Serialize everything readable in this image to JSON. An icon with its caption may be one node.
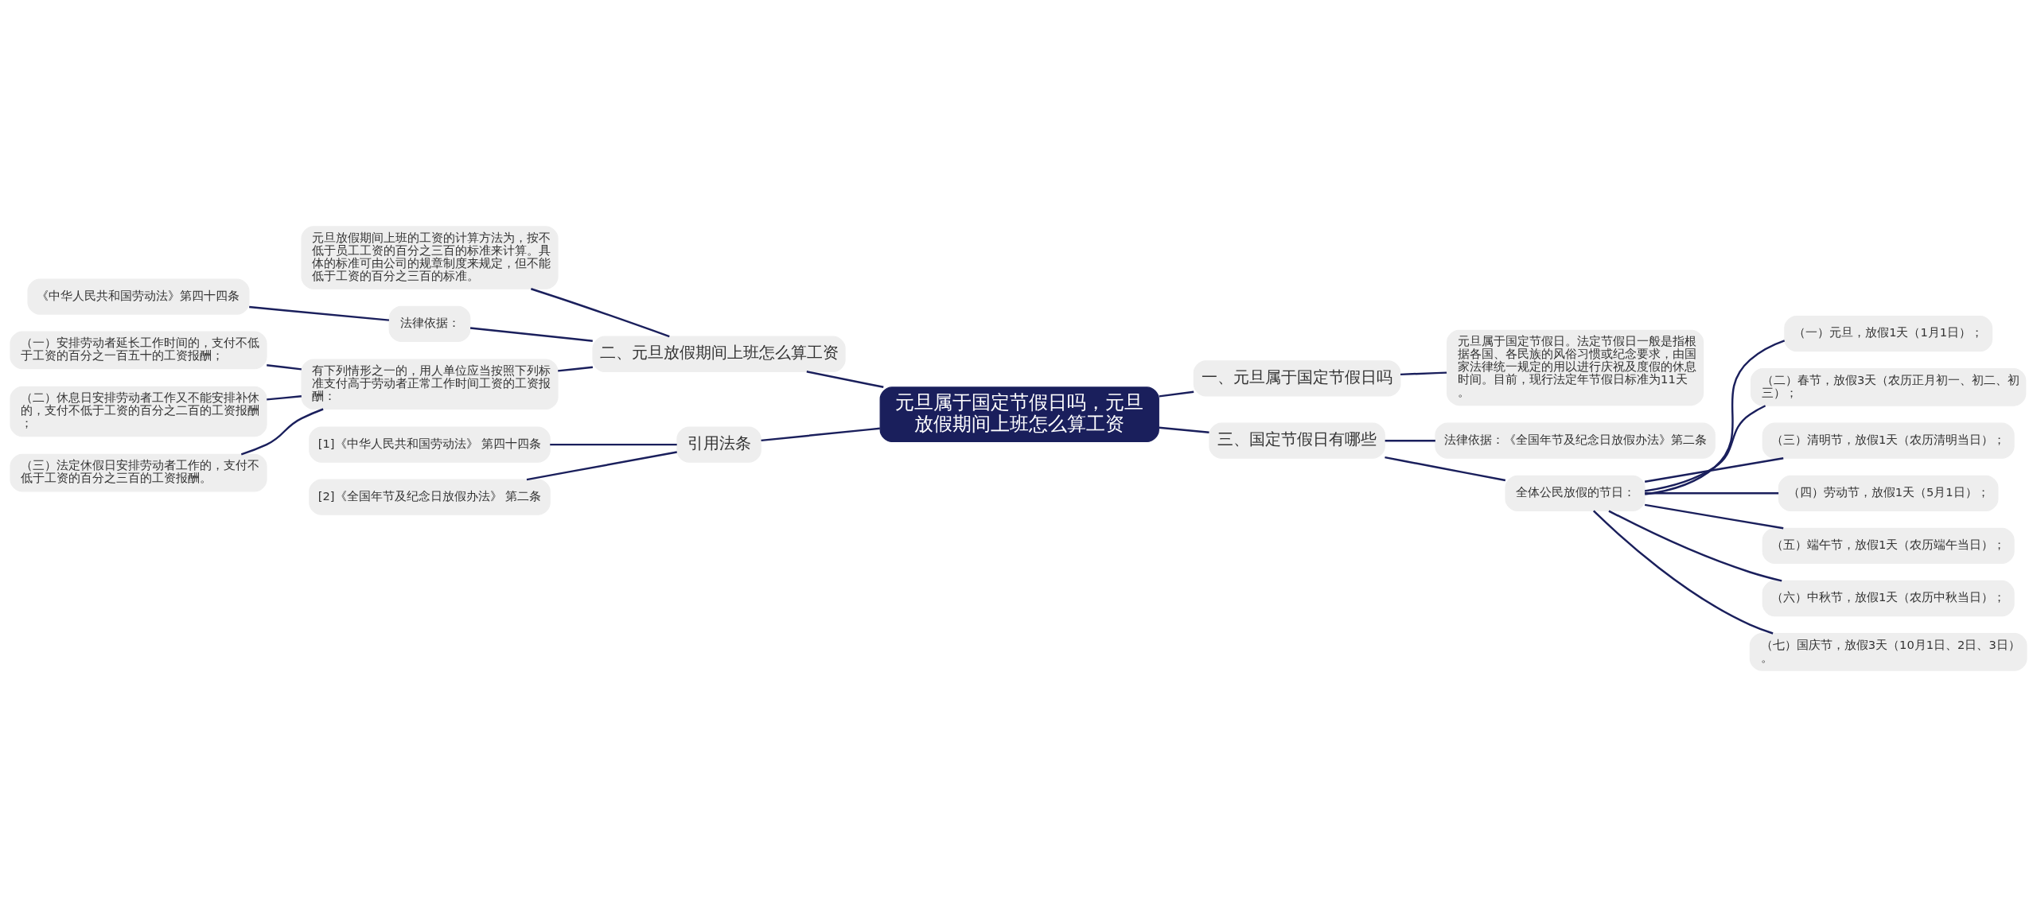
{
  "diagram": {
    "nodes": [
      {
        "text": [
          "元旦属于国定节假日吗，元旦放假期间上班怎么算工资"
        ]
      },
      {
        "text": [
          "二、元旦放假期间上班怎么算工资"
        ]
      },
      {
        "text": [
          "元旦放假期间上班的工资的计算方法为，按不低于员工工资的百分之三百的标准来计算。具体的标准可由公司的规章制度来规定，但不能低于工资的百分之三百的标准。"
        ]
      },
      {
        "text": [
          "法律依据："
        ]
      },
      {
        "text": [
          "《中华人民共和国劳动法》第四十四条"
        ]
      },
      {
        "text": [
          "有下列情形之一的，用人单位应当按照下列标准支付高于劳动者正常工作时间工资的工资报酬："
        ]
      },
      {
        "text": [
          "（一）安排劳动者延长工作时间的，支付不低于工资的百分之一百五十的工资报酬；"
        ]
      },
      {
        "text": [
          "（二）休息日安排劳动者工作又不能安排补休的，支付不低于工资的百分之二百的工资报酬；"
        ]
      },
      {
        "text": [
          "（三）法定休假日安排劳动者工作的，支付不低于工资的百分之三百的工资报酬。"
        ]
      },
      {
        "text": [
          "引用法条"
        ]
      },
      {
        "text": [
          "[1]《中华人民共和国劳动法》 第四十四条"
        ]
      },
      {
        "text": [
          "[2]《全国年节及纪念日放假办法》 第二条"
        ]
      },
      {
        "text": [
          "一、元旦属于国定节假日吗"
        ]
      },
      {
        "text": [
          "元旦属于国定节假日。法定节假日一般是指根据各国、各民族的风俗习惯或纪念要求，由国家法律统一规定的用以进行庆祝及度假的休息时间。目前，现行法定年节假日标准为11天。"
        ]
      },
      {
        "text": [
          "三、国定节假日有哪些"
        ]
      },
      {
        "text": [
          "法律依据：《全国年节及纪念日放假办法》第二条"
        ]
      },
      {
        "text": [
          "全体公民放假的节日："
        ]
      },
      {
        "text": [
          "（一）元旦，放假1天（1月1日）；"
        ]
      },
      {
        "text": [
          "（二）春节，放假3天（农历正月初一、初二、初三）；"
        ]
      },
      {
        "text": [
          "（三）清明节，放假1天（农历清明当日）；"
        ]
      },
      {
        "text": [
          "（四）劳动节，放假1天（5月1日）；"
        ]
      },
      {
        "text": [
          "（五）端午节，放假1天（农历端午当日）；"
        ]
      },
      {
        "text": [
          "（六）中秋节，放假1天（农历中秋当日）；"
        ]
      },
      {
        "text": [
          "（七）国庆节，放假3天（10月1日、2日、3日）。"
        ]
      }
    ],
    "edges": [
      {
        "from": 0,
        "to": 1,
        "arrow": "none"
      },
      {
        "from": 1,
        "to": 2,
        "arrow": "none"
      },
      {
        "from": 1,
        "to": 3,
        "arrow": "none"
      },
      {
        "from": 3,
        "to": 4,
        "arrow": "none"
      },
      {
        "from": 1,
        "to": 5,
        "arrow": "none"
      },
      {
        "from": 5,
        "to": 6,
        "arrow": "none"
      },
      {
        "from": 5,
        "to": 7,
        "arrow": "none"
      },
      {
        "from": 5,
        "to": 8,
        "arrow": "none"
      },
      {
        "from": 0,
        "to": 9,
        "arrow": "none"
      },
      {
        "from": 9,
        "to": 10,
        "arrow": "none"
      },
      {
        "from": 9,
        "to": 11,
        "arrow": "none"
      },
      {
        "from": 0,
        "to": 12,
        "arrow": "none"
      },
      {
        "from": 12,
        "to": 13,
        "arrow": "none"
      },
      {
        "from": 0,
        "to": 14,
        "arrow": "none"
      },
      {
        "from": 14,
        "to": 15,
        "arrow": "none"
      },
      {
        "from": 14,
        "to": 16,
        "arrow": "none"
      },
      {
        "from": 16,
        "to": 17,
        "arrow": "none"
      },
      {
        "from": 16,
        "to": 18,
        "arrow": "none"
      },
      {
        "from": 16,
        "to": 19,
        "arrow": "none"
      },
      {
        "from": 16,
        "to": 20,
        "arrow": "none"
      },
      {
        "from": 16,
        "to": 21,
        "arrow": "none"
      },
      {
        "from": 16,
        "to": 22,
        "arrow": "none"
      },
      {
        "from": 16,
        "to": 23,
        "arrow": "none"
      }
    ]
  }
}
